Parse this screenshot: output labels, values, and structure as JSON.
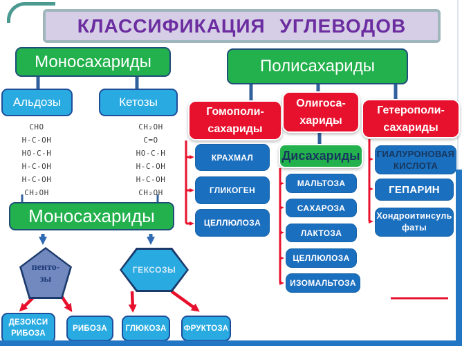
{
  "title": "КЛАССИФИКАЦИЯ  УГЛЕВОДОВ",
  "monosaccharides": {
    "header1": "Моносахариды",
    "aldoses_label": "Альдозы",
    "ketoses_label": "Кетозы",
    "aldose_formula": [
      "CHO",
      "H-C-OH",
      "HO-C-H",
      "H-C-OH",
      "H-C-OH",
      "CH₂OH"
    ],
    "ketose_formula": [
      "CH₂OH",
      "C=O",
      "HO-C-H",
      "H-C-OH",
      "H-C-OH",
      "CH₂OH"
    ],
    "header2": "Моносахариды",
    "pentoses_label": "пенто-\nзы",
    "hexoses_label": "ГЕКСОЗЫ",
    "examples": [
      "ДЕЗОКСИ\nРИБОЗА",
      "РИБОЗА",
      "ГЛЮКОЗА",
      "ФРУКТОЗА"
    ]
  },
  "polysaccharides": {
    "header": "Полисахариды",
    "homopolysaccharides_label": "Гомополи-\nсахариды",
    "oligosaccharides_label": "Олигоса-\nхариды",
    "heteropolysaccharides_label": "Гетерополи-\nсахариды",
    "homo_examples": [
      "КРАХМАЛ",
      "ГЛИКОГЕН",
      "ЦЕЛЛЮЛОЗА"
    ],
    "disaccharides_label": "Дисахариды",
    "disaccharide_examples": [
      "МАЛЬТОЗА",
      "САХАРОЗА",
      "ЛАКТОЗА",
      "ЦЕЛЛЮЛОЗА",
      "ИЗОМАЛЬТОЗА"
    ],
    "hetero_examples": [
      "ГИАЛУРОНОВАЯ\nКИСЛОТА",
      "ГЕПАРИН",
      "Хондроитинсуль\nфаты"
    ]
  },
  "colors": {
    "green": "#22b14c",
    "light_blue": "#29abe2",
    "medium_blue": "#1b6fbf",
    "red": "#e8112d",
    "navy": "#31619c",
    "purple": "#6b2da0",
    "title_bg": "#d6cee6",
    "pentagon_blue": "#7189be",
    "strip_blue": "#2276c3"
  }
}
